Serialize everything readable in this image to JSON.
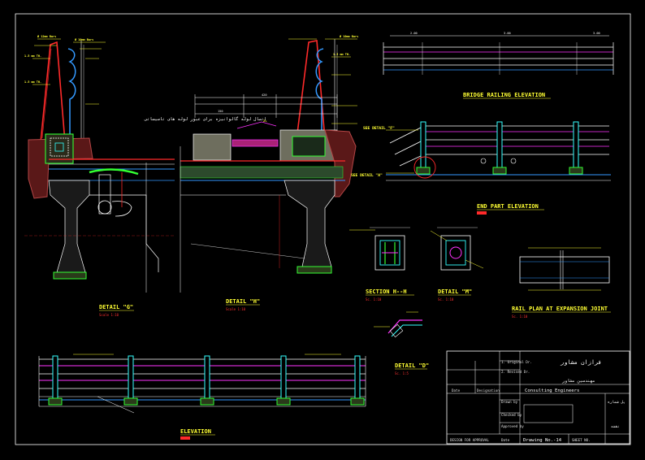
{
  "drawing": {
    "background": "#000000",
    "colors": {
      "yellow": "#ffff33",
      "red": "#ff2a2a",
      "cyan": "#33ffff",
      "magenta": "#ff33ff",
      "green": "#33ff33",
      "white": "#ffffff",
      "blue": "#3399ff",
      "brown": "#b44646",
      "orange": "#ff8a1a"
    }
  },
  "details": {
    "g": {
      "title": "DETAIL \"G\"",
      "scale": "Scale 1:10"
    },
    "h": {
      "title": "DETAIL \"H\"",
      "scale": "Scale 1:10"
    },
    "railing_elevation": {
      "title": "BRIDGE RAILING ELEVATION"
    },
    "end_part": {
      "title": "END PART ELEVATION",
      "see_detail_f": "SEE DETAIL \"F\"",
      "see_detail_a": "SEE DETAIL \"A\""
    },
    "section": {
      "title": "SECTION H--H",
      "scale": "Sc. 1:10"
    },
    "detail_m": {
      "title": "DETAIL \"M\"",
      "scale": "Sc. 1:10"
    },
    "rail_plan": {
      "title": "RAIL PLAN AT EXPANSION JOINT",
      "scale": "Sc. 1:10"
    },
    "detail_d": {
      "title": "DETAIL \"D\"",
      "scale": "Sc. 1:5"
    },
    "elevation": {
      "title": "ELEVATION",
      "scale": "Scale"
    }
  },
  "annotations": {
    "persian_note": "اتصال لوله گالوانیزه برای عبور لوله های تاسیساتی"
  },
  "title_block": {
    "company_fa": "فرازان مشاور",
    "company_en": "Consulting Engineers",
    "subtitle_fa": "مهندسین مشاور",
    "rev_1": "1. Original Dr.",
    "rev_2": "2. Revised Dr.",
    "col_date": "Date",
    "col_designation": "Designation",
    "drawn_by": "Drawn by",
    "checked_by": "Checked by",
    "approved_by": "Approved by",
    "date_label": "Date",
    "drawing_no": "Drawing No.-14",
    "not_for_approval": "DESIGN FOR APPROVAL",
    "right_top_fa": "پل شماره",
    "right_bottom_fa": "نقشه",
    "sheet": "SHEET NO."
  }
}
